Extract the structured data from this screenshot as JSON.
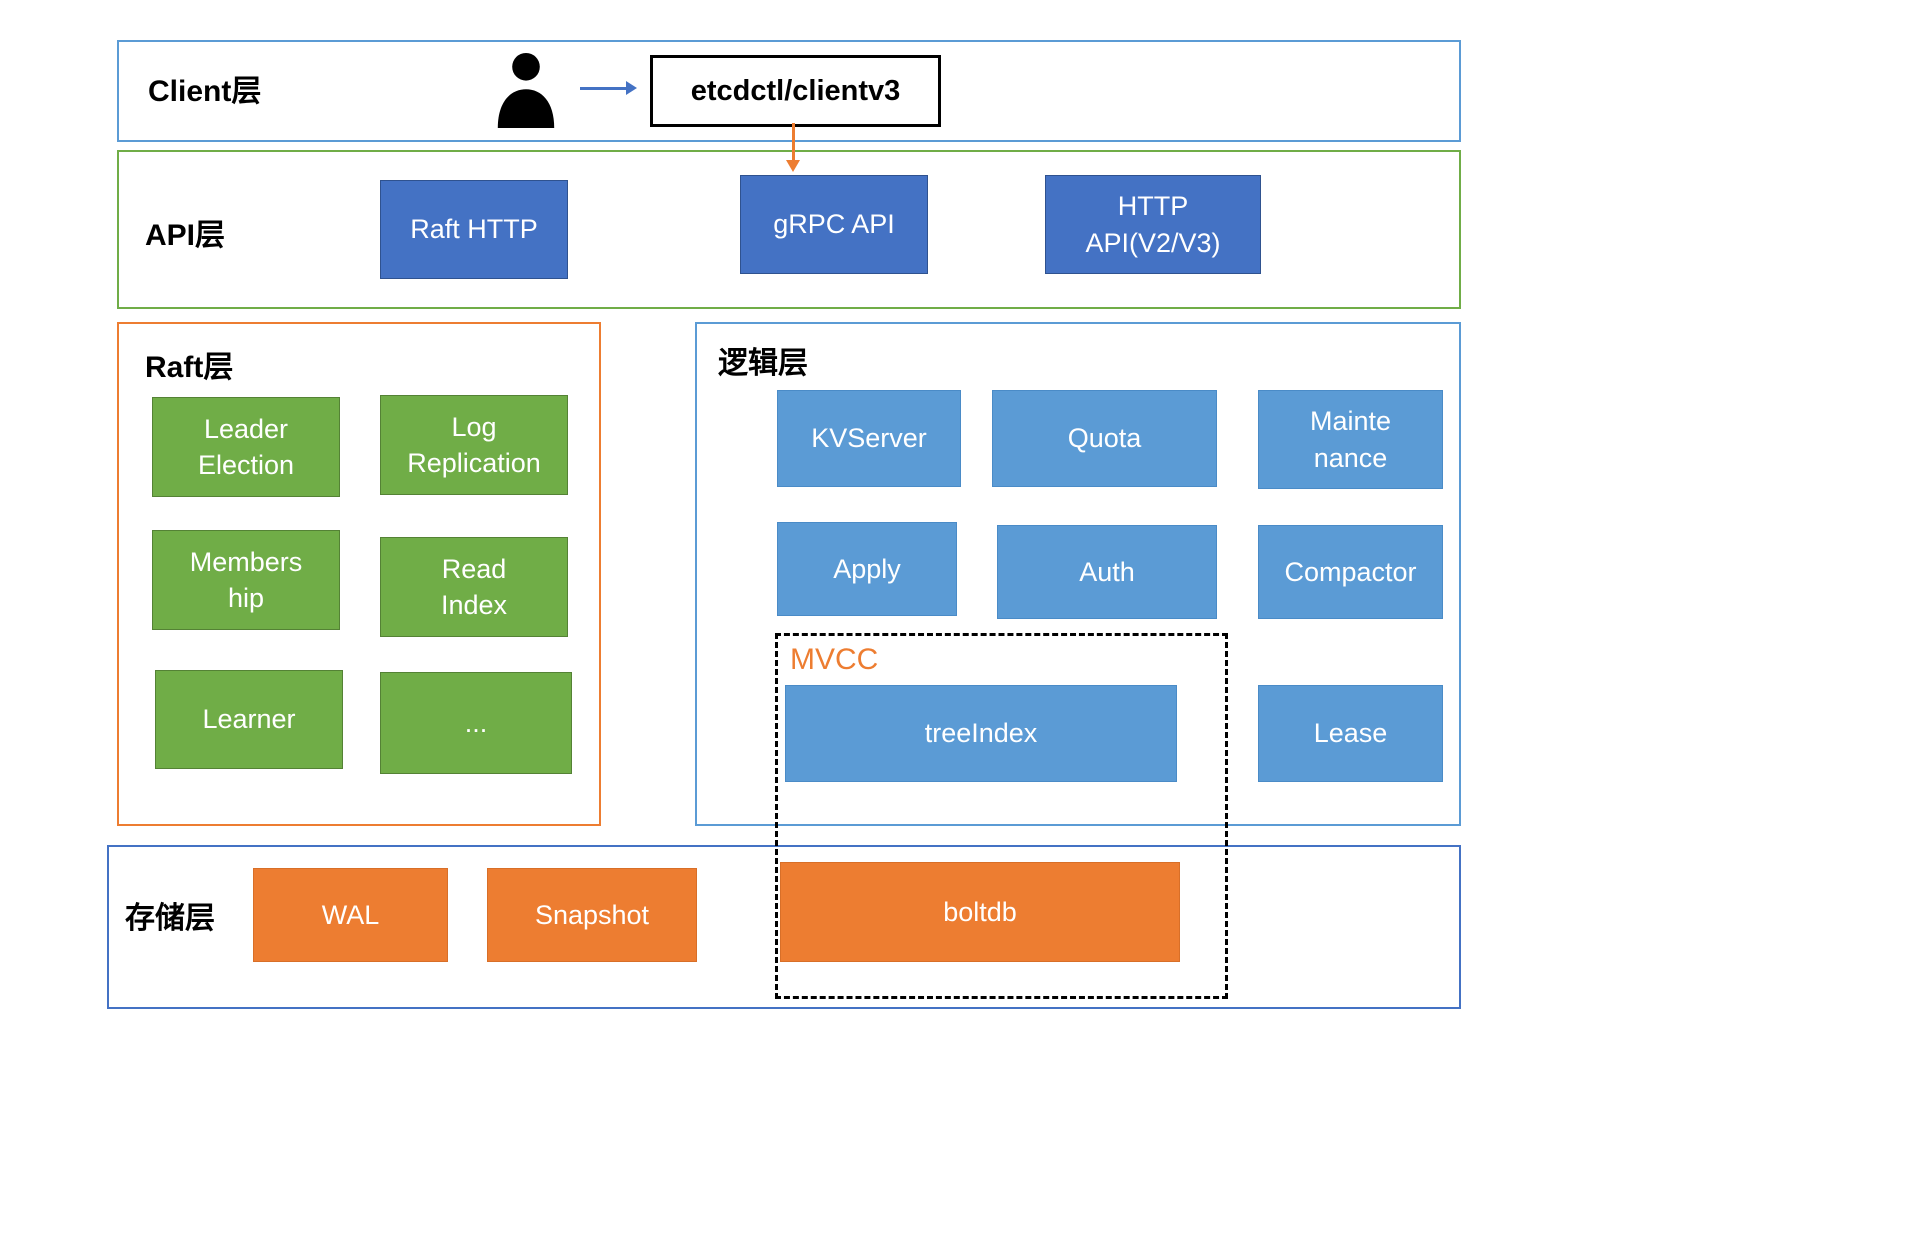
{
  "layers": {
    "client": {
      "label": "Client层",
      "client_box": "etcdctl/clientv3"
    },
    "api": {
      "label": "API层",
      "raft_http": "Raft HTTP",
      "grpc_api": "gRPC API",
      "http_api": "HTTP\nAPI(V2/V3)"
    },
    "raft": {
      "label": "Raft层",
      "leader_election": "Leader\nElection",
      "log_replication": "Log\nReplication",
      "membership": "Members\nhip",
      "read_index": "Read\nIndex",
      "learner": "Learner",
      "more": "..."
    },
    "logic": {
      "label": "逻辑层",
      "kvserver": "KVServer",
      "quota": "Quota",
      "maintenance": "Mainte\nnance",
      "apply": "Apply",
      "auth": "Auth",
      "compactor": "Compactor",
      "mvcc": "MVCC",
      "tree_index": "treeIndex",
      "lease": "Lease"
    },
    "storage": {
      "label": "存储层",
      "wal": "WAL",
      "snapshot": "Snapshot",
      "boltdb": "boltdb"
    }
  },
  "colors": {
    "dark_blue": "#4472C4",
    "green": "#70AD47",
    "light_blue": "#5B9BD5",
    "orange": "#ED7D31",
    "client_border": "#5B9BD5",
    "api_border": "#70AD47",
    "raft_border": "#ED7D31",
    "logic_border": "#5B9BD5",
    "storage_border": "#4472C4"
  }
}
